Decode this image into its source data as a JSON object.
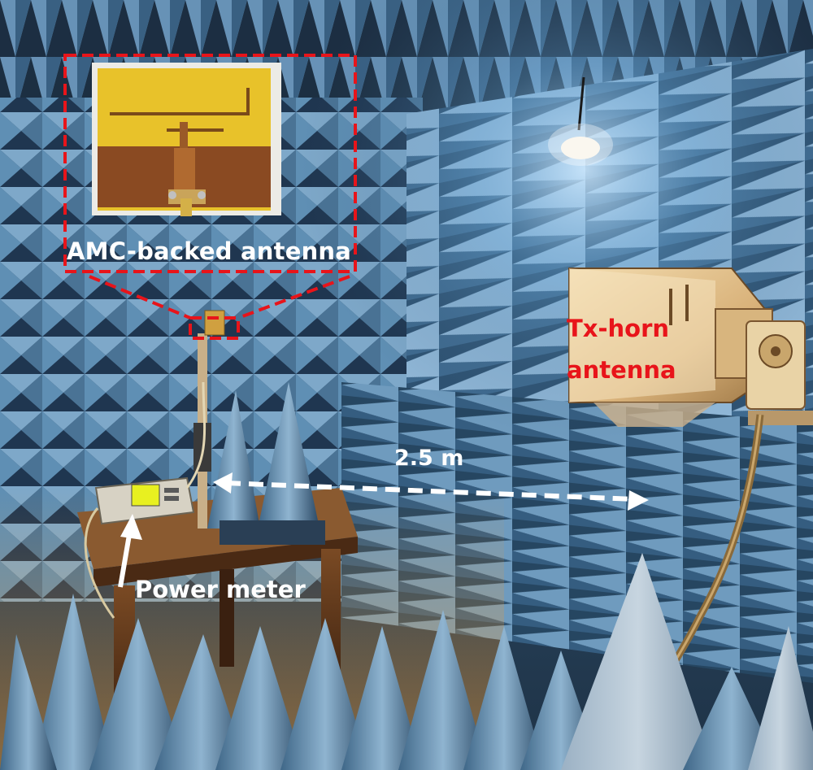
{
  "labels": {
    "inset_antenna": "AMC-backed antenna",
    "tx_horn_line1": "Tx-horn",
    "tx_horn_line2": "antenna",
    "distance": "2.5 m",
    "power_meter": "Power meter"
  },
  "colors": {
    "absorber_blue": "#5f8fb4",
    "absorber_shadow": "#1b2d40",
    "callout_red": "#e8141a",
    "label_text": "#ffffff",
    "substrate_gold": "#e8c22a",
    "ground_copper": "#8a4a22",
    "table_wood": "#5a3418",
    "horn_gold": "#e2c08a"
  },
  "icons": {
    "distance_arrow": "double-headed-dashed-arrow",
    "pointer_arrow": "up-arrow"
  }
}
